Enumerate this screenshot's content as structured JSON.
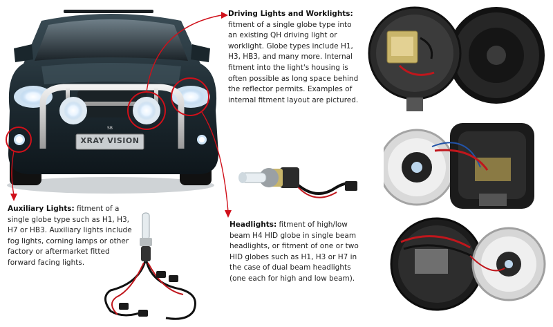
{
  "car": {
    "plate_text": "XRAY VISION",
    "badge_text": "SB"
  },
  "driving": {
    "title": "Driving Lights and Worklights:",
    "lines": [
      "fitment of a single globe type into",
      "an existing QH driving light or",
      "worklight. Globe types include H1,",
      "H3, HB3, and many more. Internal",
      "fitment into the light's housing is",
      "often possible as long space behind",
      "the reflector permits. Examples of",
      "internal fitment layout are pictured."
    ]
  },
  "auxiliary": {
    "title": "Auxiliary Lights:",
    "first_line": " fitment of a",
    "lines": [
      "single globe type such as H1, H3,",
      "H7 or HB3. Auxiliary lights include",
      "fog lights, corning lamps or other",
      "factory or aftermarket fitted",
      "forward facing lights."
    ]
  },
  "headlights": {
    "title": "Headlights:",
    "first_line": " fitment of high/low",
    "lines": [
      "beam H4 HID globe in single beam",
      "headlights, or fitment of one or two",
      "HID globes such as H1, H3 or H7 in",
      "the case of dual beam headlights",
      "(one each for high and low beam)."
    ]
  },
  "colors": {
    "accent_red": "#d0101a",
    "text": "#222222"
  }
}
